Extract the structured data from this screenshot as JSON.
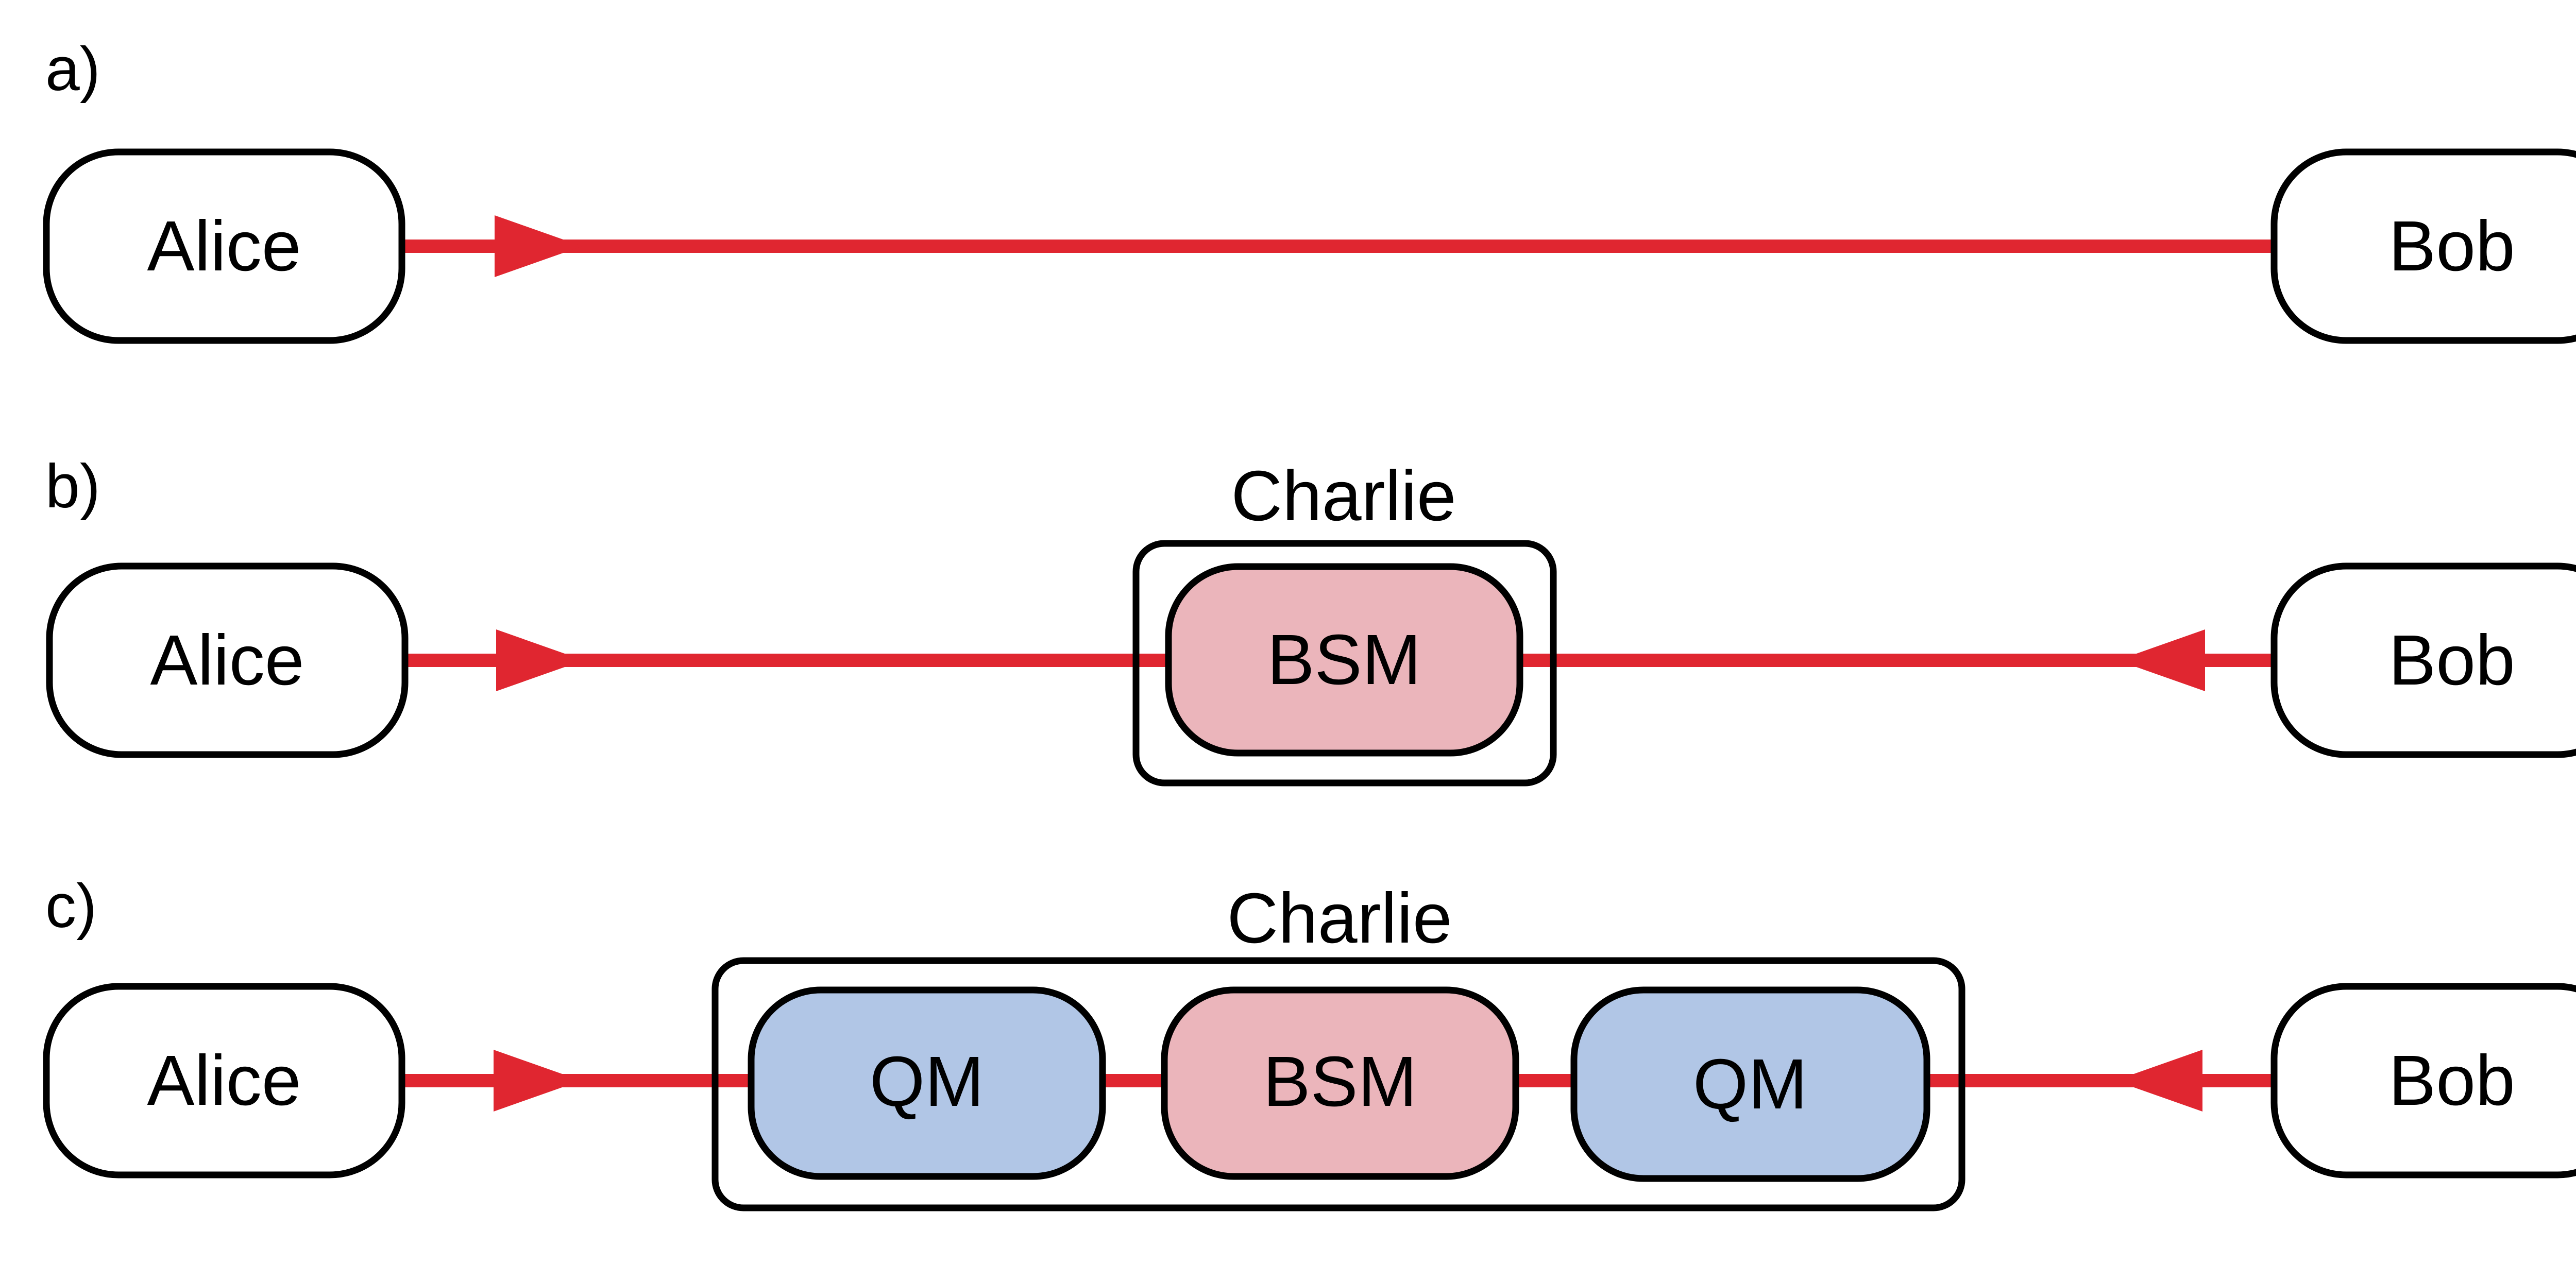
{
  "panels": {
    "a": {
      "label": "a)",
      "alice": "Alice",
      "bob": "Bob"
    },
    "b": {
      "label": "b)",
      "alice": "Alice",
      "bob": "Bob",
      "charlie": "Charlie",
      "bsm": "BSM"
    },
    "c": {
      "label": "c)",
      "alice": "Alice",
      "bob": "Bob",
      "charlie": "Charlie",
      "qm_left": "QM",
      "bsm": "BSM",
      "qm_right": "QM"
    }
  },
  "colors": {
    "link": "#e02630",
    "bsm_fill": "#ebb5bb",
    "qm_fill": "#b1c6e6",
    "outline": "#000000"
  }
}
